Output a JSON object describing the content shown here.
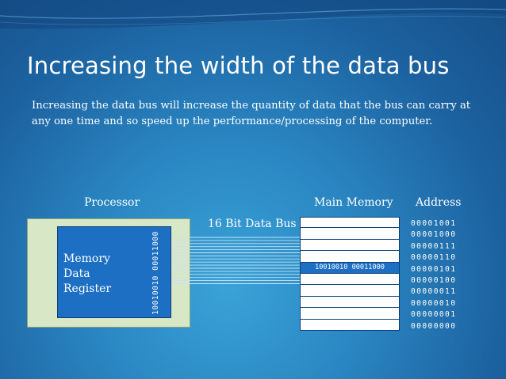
{
  "slide": {
    "title": "Increasing the width of the data bus",
    "body": "Increasing the data bus will increase the quantity of data that the bus can carry at any one time and so speed up the performance/processing of the computer."
  },
  "diagram": {
    "processor_label": "Processor",
    "main_memory_label": "Main Memory",
    "address_label": "Address",
    "bus_label": "16 Bit Data Bus",
    "register_label_lines": [
      "Memory",
      "Data",
      "Register"
    ],
    "register_contents": "10010010 00011000",
    "bus_line_count": 16,
    "selected_memory_row": 4,
    "memory_cells": [
      "",
      "",
      "",
      "",
      "10010010  00011000",
      "",
      "",
      "",
      "",
      ""
    ],
    "addresses": [
      "00001001",
      "00001000",
      "00000111",
      "00000110",
      "00000101",
      "00000100",
      "00000011",
      "00000010",
      "00000001",
      "00000000"
    ]
  },
  "colors": {
    "background": "#2a86c2",
    "processor_fill": "#d8e7c6",
    "register_fill": "#1d6fc4",
    "memory_cell": "#ffffff",
    "memory_selected": "#1d6fc4",
    "text": "#ffffff"
  }
}
